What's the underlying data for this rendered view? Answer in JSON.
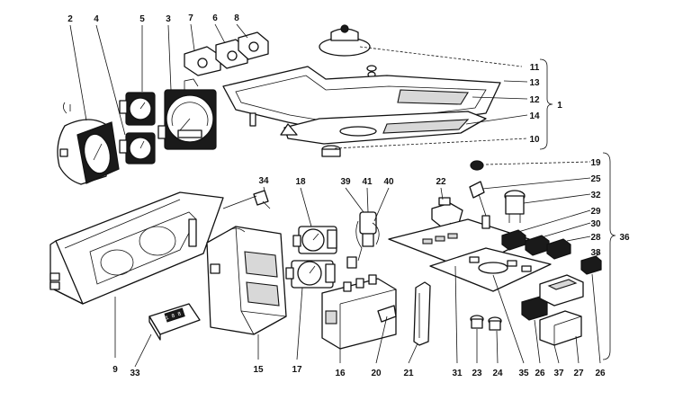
{
  "diagram": {
    "kind": "exploded-parts-diagram",
    "callouts": [
      {
        "id": "c2",
        "label": "2"
      },
      {
        "id": "c4",
        "label": "4"
      },
      {
        "id": "c5",
        "label": "5"
      },
      {
        "id": "c3",
        "label": "3"
      },
      {
        "id": "c7",
        "label": "7"
      },
      {
        "id": "c6",
        "label": "6"
      },
      {
        "id": "c8",
        "label": "8"
      },
      {
        "id": "c11",
        "label": "11"
      },
      {
        "id": "c13",
        "label": "13"
      },
      {
        "id": "c12",
        "label": "12"
      },
      {
        "id": "c14",
        "label": "14"
      },
      {
        "id": "c10",
        "label": "10"
      },
      {
        "id": "c1",
        "label": "1"
      },
      {
        "id": "c19",
        "label": "19"
      },
      {
        "id": "c25",
        "label": "25"
      },
      {
        "id": "c32",
        "label": "32"
      },
      {
        "id": "c29",
        "label": "29"
      },
      {
        "id": "c30",
        "label": "30"
      },
      {
        "id": "c28",
        "label": "28"
      },
      {
        "id": "c36",
        "label": "36"
      },
      {
        "id": "c38",
        "label": "38"
      },
      {
        "id": "c34",
        "label": "34"
      },
      {
        "id": "c18",
        "label": "18"
      },
      {
        "id": "c39",
        "label": "39"
      },
      {
        "id": "c41",
        "label": "41"
      },
      {
        "id": "c40",
        "label": "40"
      },
      {
        "id": "c22",
        "label": "22"
      },
      {
        "id": "c9",
        "label": "9"
      },
      {
        "id": "c33",
        "label": "33"
      },
      {
        "id": "c15",
        "label": "15"
      },
      {
        "id": "c17",
        "label": "17"
      },
      {
        "id": "c16",
        "label": "16"
      },
      {
        "id": "c20",
        "label": "20"
      },
      {
        "id": "c21",
        "label": "21"
      },
      {
        "id": "c31",
        "label": "31"
      },
      {
        "id": "c23",
        "label": "23"
      },
      {
        "id": "c24",
        "label": "24"
      },
      {
        "id": "c35",
        "label": "35"
      },
      {
        "id": "c26a",
        "label": "26"
      },
      {
        "id": "c37",
        "label": "37"
      },
      {
        "id": "c27",
        "label": "27"
      },
      {
        "id": "c26b",
        "label": "26"
      }
    ],
    "clock_display": "1 8 8"
  }
}
